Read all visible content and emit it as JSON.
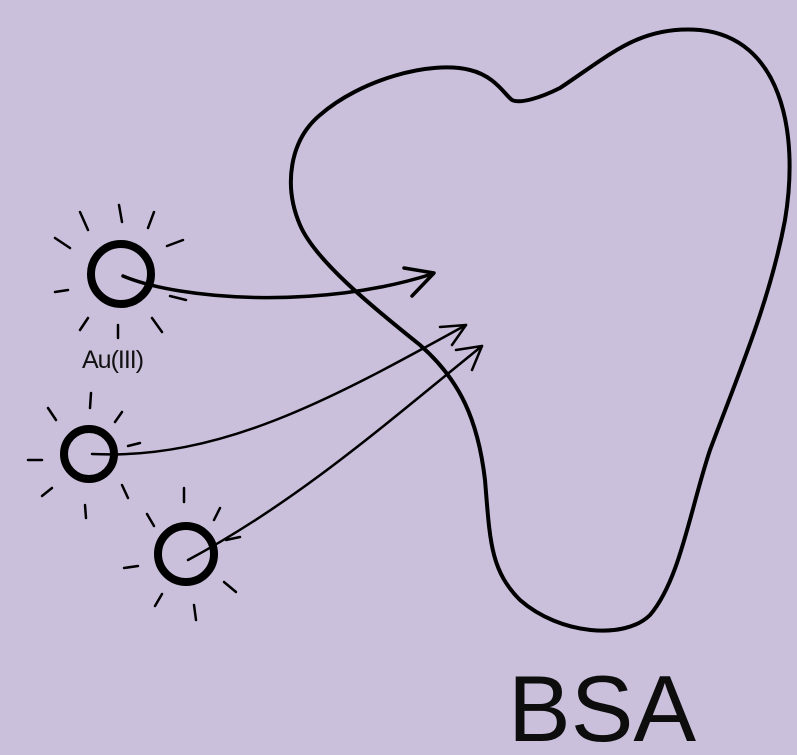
{
  "diagram": {
    "ion_label": "Au(III)",
    "protein_label": "BSA",
    "ion_count": 3,
    "arrow_count": 3,
    "icons": [
      "au-ion-icon",
      "bsa-protein-shape",
      "arrow-icon"
    ],
    "colors": {
      "background": "#cbc0dc",
      "stroke": "#000000"
    }
  }
}
